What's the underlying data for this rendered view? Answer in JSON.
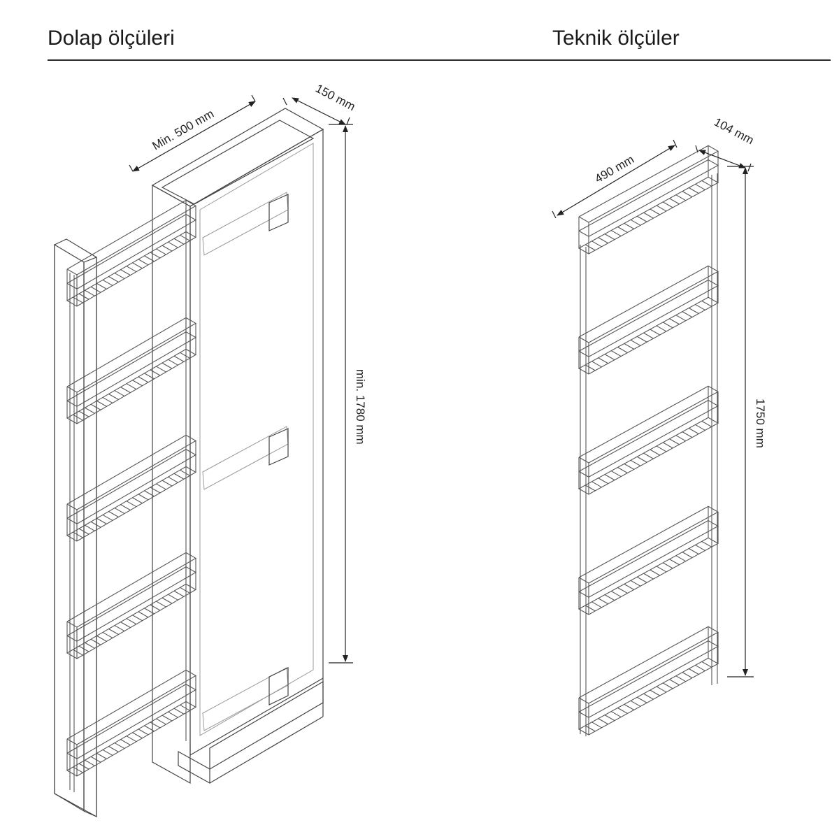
{
  "header": {
    "left_title": "Dolap ölçüleri",
    "right_title": "Teknik ölçüler"
  },
  "cabinet": {
    "depth_label": "Min. 500 mm",
    "width_label": "150 mm",
    "height_label": "min. 1780 mm",
    "basket_count": 5
  },
  "unit": {
    "depth_label": "490 mm",
    "width_label": "104 mm",
    "height_label": "1750 mm",
    "basket_count": 5
  }
}
